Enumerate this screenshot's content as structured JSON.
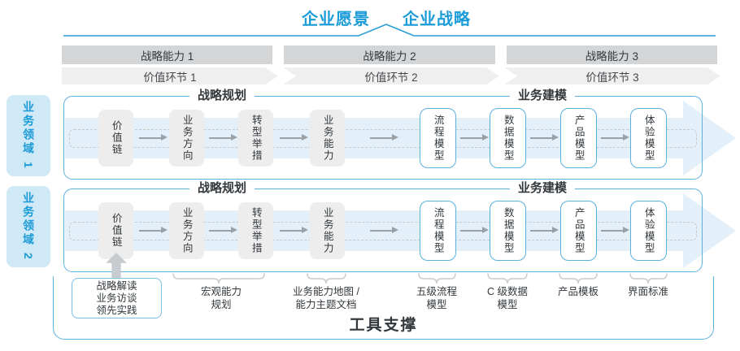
{
  "title": {
    "vision": "企业愿景",
    "strategy": "企业战略"
  },
  "capabilities": [
    "战略能力 1",
    "战略能力 2",
    "战略能力 3"
  ],
  "value_links": [
    "价值环节 1",
    "价值环节 2",
    "价值环节 3"
  ],
  "domains": [
    "业务领域 1",
    "业务领域 2"
  ],
  "bands": {
    "planning_header": "战略规划",
    "modeling_header": "业务建模",
    "planning_boxes": [
      "价值链",
      "业务方向",
      "转型举措",
      "业务能力"
    ],
    "modeling_boxes": [
      "流程模型",
      "数据模型",
      "产品模型",
      "体验模型"
    ]
  },
  "callout": {
    "text": "战略解读\n业务访谈\n领先实践"
  },
  "deliverables": [
    "宏观能力\n规划",
    "业务能力地图 /\n能力主题文档",
    "五级流程\n模型",
    "C 级数据\n模型",
    "产品模板",
    "界面标准"
  ],
  "tool_support": {
    "label": "工具支撑"
  },
  "colors": {
    "accent": "#1b9bd7",
    "border_blue": "#5bb0dd",
    "pale_blue": "#cfe9f6",
    "arrow_blue": "#e3f0fa",
    "bar_gray": "#d3d5d6",
    "chevron_gray": "#efefef",
    "box_gray": "#ededed",
    "text_dark": "#33383c",
    "arrow_gray": "#9aa1a6",
    "line_gray": "#c6c9cc",
    "uparrow_gray": "#c7ccd0",
    "dashed_gray": "#c9c9c9"
  }
}
